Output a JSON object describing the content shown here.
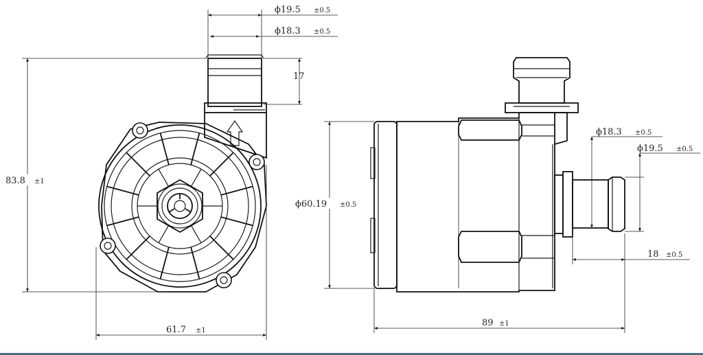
{
  "dimensions": {
    "outlet_outer_top": {
      "symbol": "ϕ",
      "value": "19.5",
      "tolerance": "±0.5"
    },
    "outlet_inner_top": {
      "symbol": "ϕ",
      "value": "18.3",
      "tolerance": "±0.5"
    },
    "nozzle_length": {
      "value": "17"
    },
    "overall_height": {
      "value": "83.8",
      "tolerance": "±1"
    },
    "overall_width": {
      "value": "61.7",
      "tolerance": "±1"
    },
    "body_diameter": {
      "symbol": "ϕ",
      "value": "60.19",
      "tolerance": "±0.5"
    },
    "inlet_inner": {
      "symbol": "ϕ",
      "value": "18.3",
      "tolerance": "±0.5"
    },
    "inlet_outer": {
      "symbol": "ϕ",
      "value": "19.5",
      "tolerance": "±0.5"
    },
    "inlet_length": {
      "value": "18",
      "tolerance": "±0.5"
    },
    "overall_depth": {
      "value": "89",
      "tolerance": "±1"
    }
  },
  "colors": {
    "line": "#1a1a1a",
    "bottom_bar": "#4a6f8a"
  }
}
